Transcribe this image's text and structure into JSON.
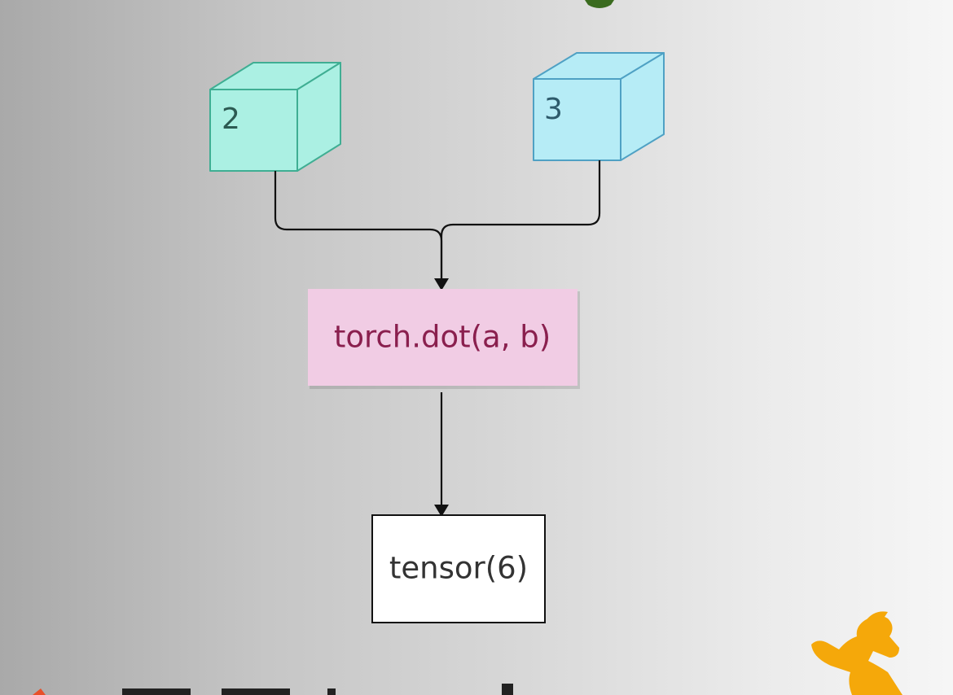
{
  "diagram": {
    "inputs": [
      {
        "label": "2",
        "fill": "#abf0e3",
        "stroke": "#3fae93",
        "text_color": "#2c5a52"
      },
      {
        "label": "3",
        "fill": "#b6ecf6",
        "stroke": "#4fa1c4",
        "text_color": "#2d5a6b"
      }
    ],
    "operation": {
      "label": "torch.dot(a, b)",
      "fill": "#f1cce4",
      "text_color": "#8a1f4e"
    },
    "output": {
      "label": "tensor(6)",
      "fill": "#ffffff",
      "stroke": "#111111",
      "text_color": "#333333"
    },
    "connector_color": "#111111"
  },
  "brand_colors": {
    "top_mark": "#3a6b1f",
    "corner_logo": "#f5a80a",
    "bottom_logo": "#e8502a",
    "bottom_text": "#222222"
  }
}
